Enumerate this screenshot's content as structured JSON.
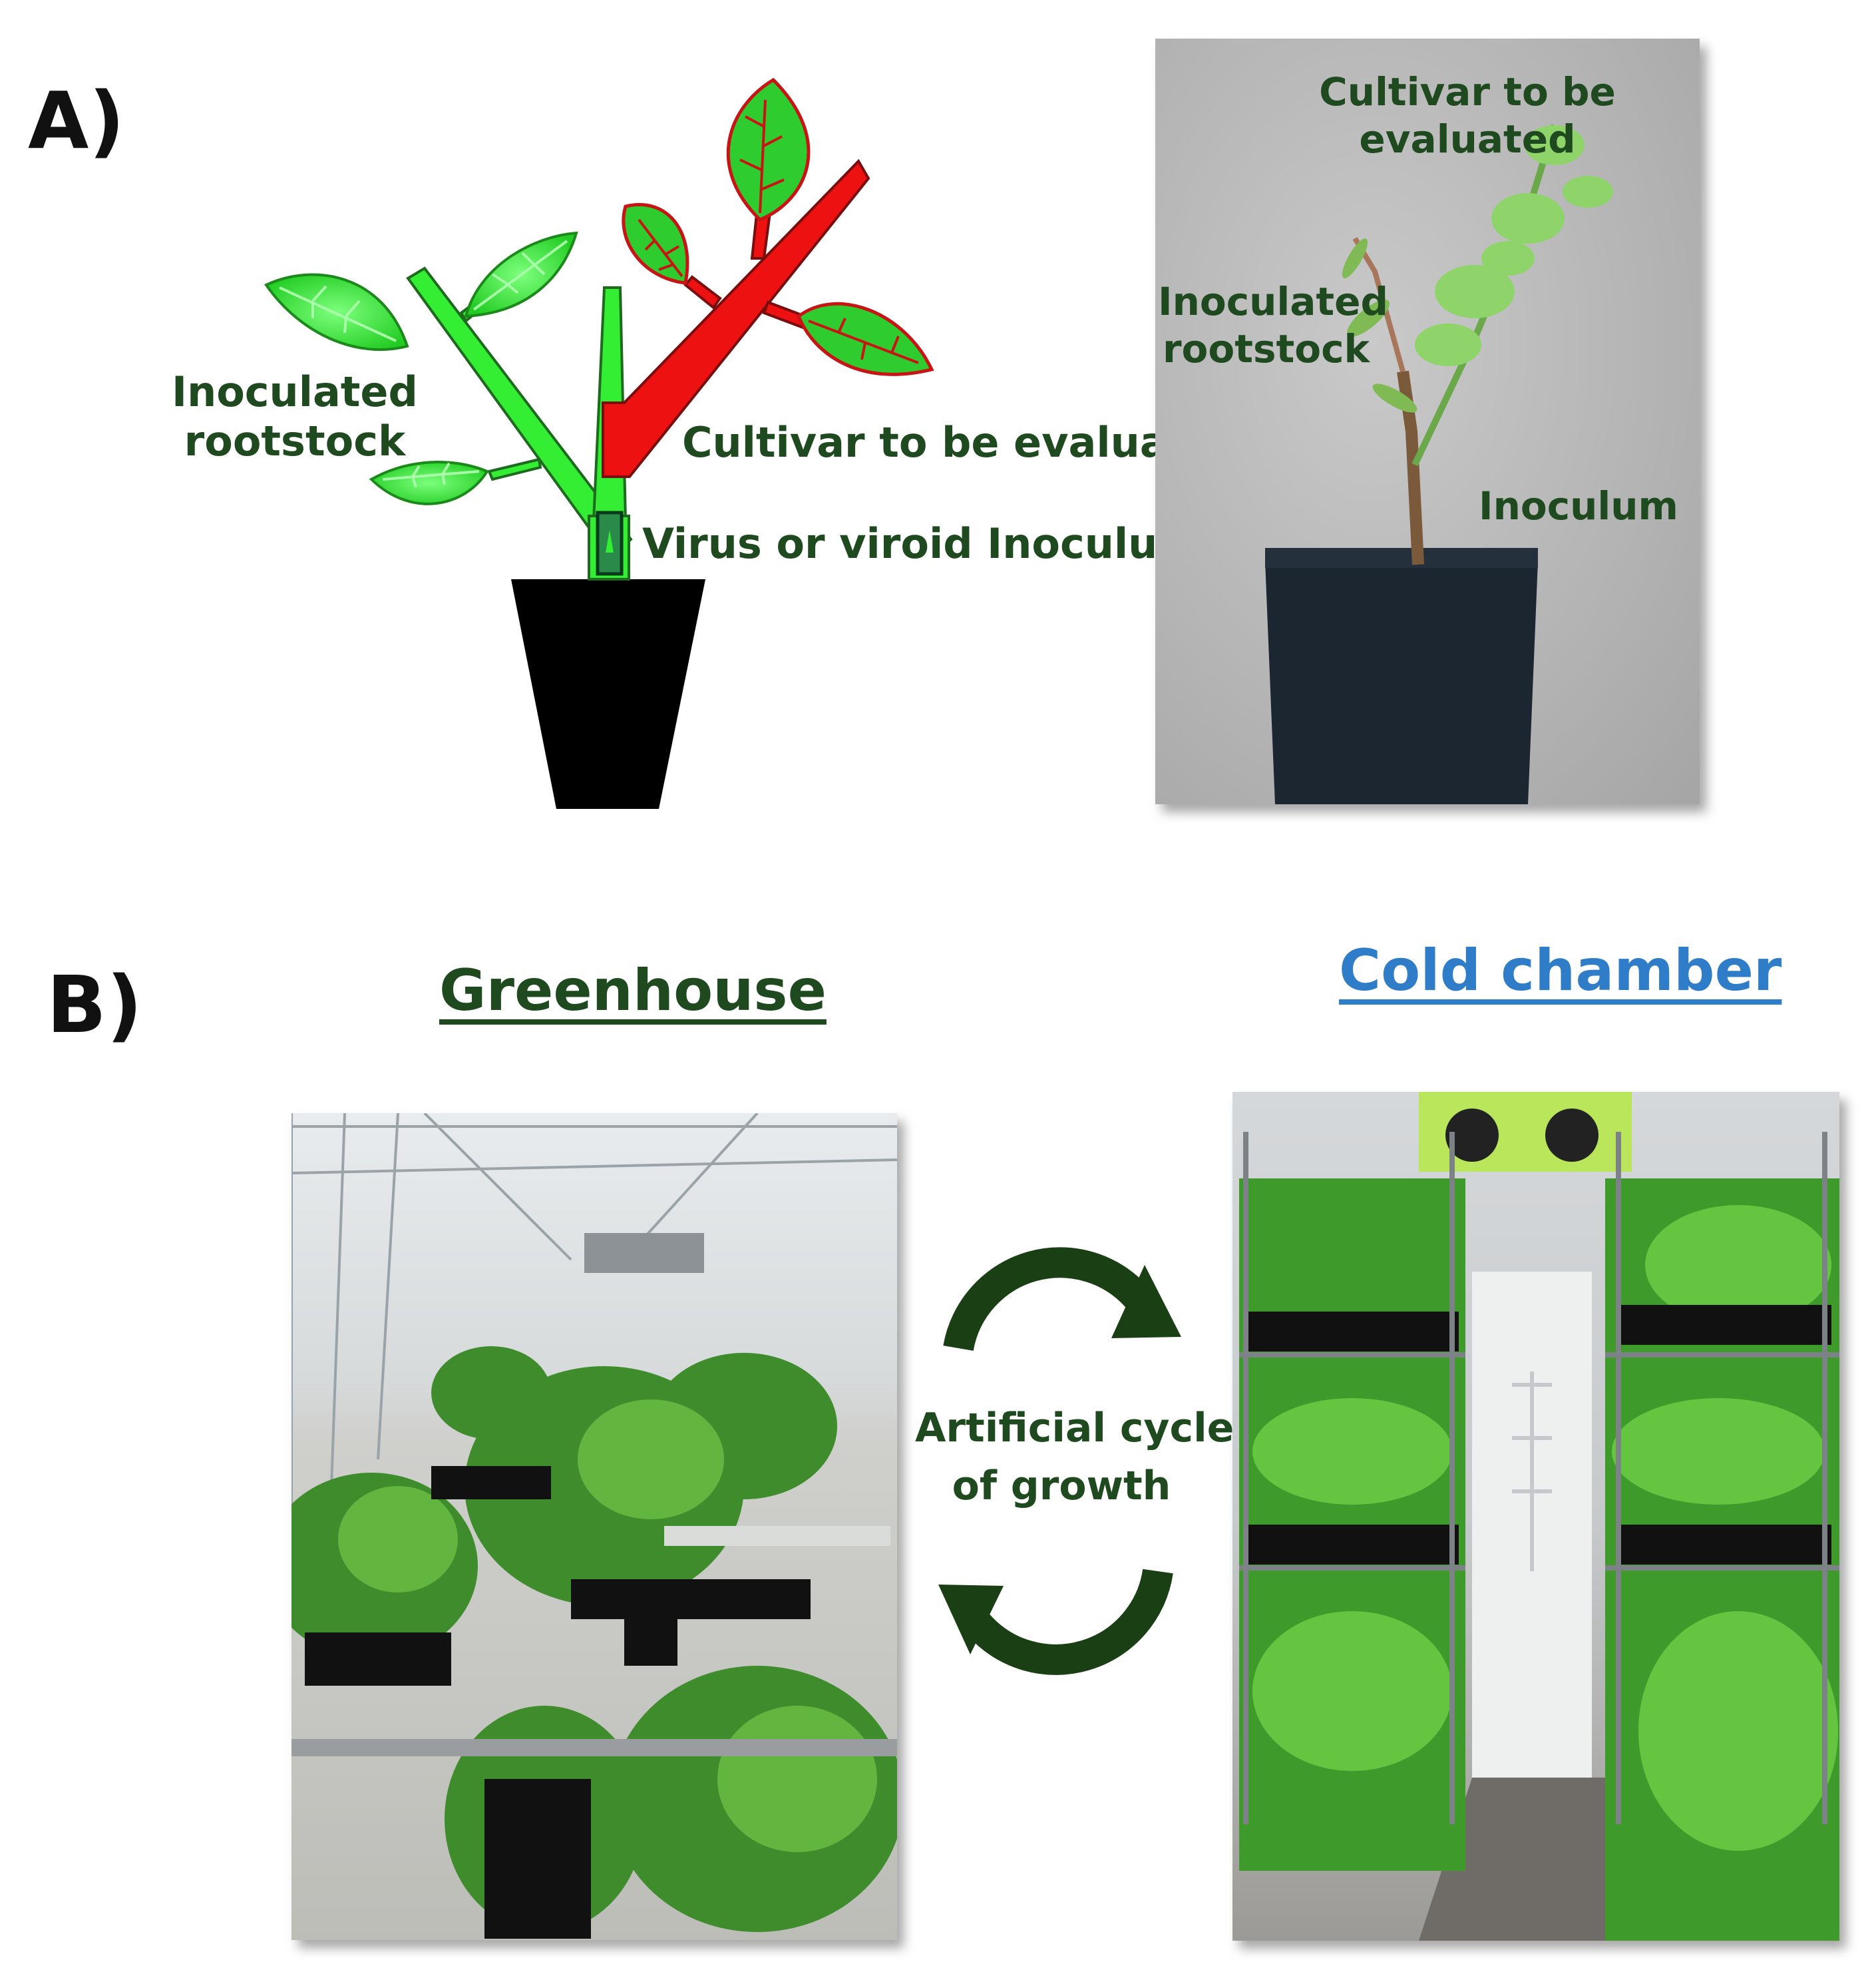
{
  "panel_a": {
    "label": "A)",
    "diagram": {
      "inoculated_rootstock_line1": "Inoculated",
      "inoculated_rootstock_line2": "rootstock",
      "cultivar": "Cultivar to be evaluated",
      "inoculum": "Virus or viroid Inoculum"
    },
    "photo": {
      "cultivar_line1": "Cultivar to be",
      "cultivar_line2": "evaluated",
      "rootstock_line1": "Inoculated",
      "rootstock_line2": "rootstock",
      "inoculum": "Inoculum"
    }
  },
  "panel_b": {
    "label": "B)",
    "greenhouse_title": "Greenhouse",
    "cold_chamber_title": "Cold chamber",
    "cycle_line1": "Artificial cycles",
    "cycle_line2": "of growth"
  },
  "colors": {
    "healthy_green": "#33ee33",
    "infected_red": "#ee1111",
    "label_green": "#1f4a1f",
    "cold_chamber_blue": "#2f7dc8",
    "arrow_green": "#1b3f14"
  }
}
